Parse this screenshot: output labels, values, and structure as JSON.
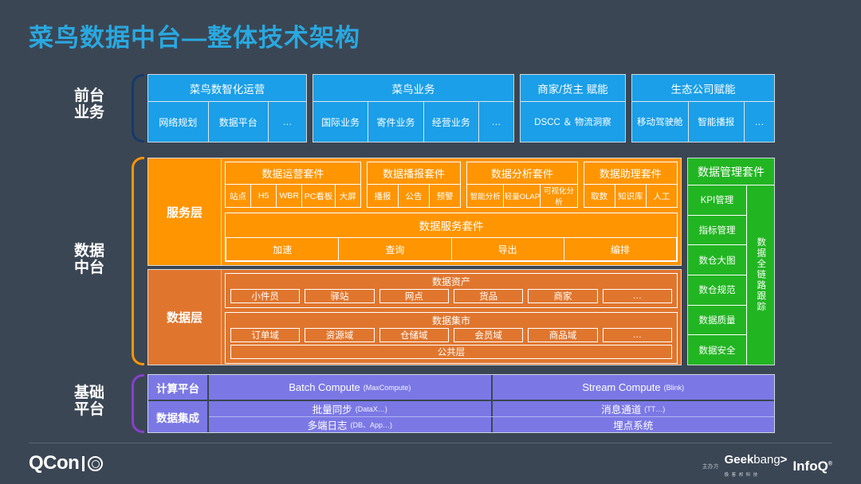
{
  "title": "菜鸟数据中台—整体技术架构",
  "colors": {
    "background": "#3b4654",
    "title": "#29a8e0",
    "front_blue": "#1a9fe8",
    "service_orange": "#ff9500",
    "data_orange": "#e0762e",
    "manage_green": "#22b522",
    "platform_purple": "#7b78e5",
    "bracket_front": "#153a6b",
    "bracket_middle": "#ff9500",
    "bracket_bottom": "#8a3fd0"
  },
  "side_labels": {
    "front": {
      "line1": "前台",
      "line2": "业务"
    },
    "middle": {
      "line1": "数据",
      "line2": "中台"
    },
    "bottom": {
      "line1": "基础",
      "line2": "平台"
    }
  },
  "front_office": {
    "groups": [
      {
        "header": "菜鸟数智化运营",
        "items": [
          "网络规划",
          "数据平台",
          "…"
        ]
      },
      {
        "header": "菜鸟业务",
        "items": [
          "国际业务",
          "寄件业务",
          "经营业务",
          "…"
        ]
      },
      {
        "header": "商家/货主 赋能",
        "items": [
          "DSCC ＆ 物流洞察"
        ]
      },
      {
        "header": "生态公司赋能",
        "items": [
          "移动驾驶舱",
          "智能播报",
          "…"
        ]
      }
    ]
  },
  "service_layer": {
    "label": "服务层",
    "suites": [
      {
        "header": "数据运营套件",
        "items": [
          "站点",
          "H5",
          "WBR",
          "PC看板",
          "大屏"
        ]
      },
      {
        "header": "数据播报套件",
        "items": [
          "播报",
          "公告",
          "预警"
        ]
      },
      {
        "header": "数据分析套件",
        "items": [
          "智能分析",
          "轻量OLAP",
          "可视化分析"
        ]
      },
      {
        "header": "数据助理套件",
        "items": [
          "取数",
          "知识库",
          "人工"
        ]
      }
    ],
    "data_service": {
      "header": "数据服务套件",
      "items": [
        "加速",
        "查询",
        "导出",
        "编排"
      ]
    }
  },
  "data_layer": {
    "label": "数据层",
    "assets": {
      "header": "数据资产",
      "items": [
        "小件员",
        "驿站",
        "网点",
        "货品",
        "商家",
        "…"
      ]
    },
    "mart": {
      "header": "数据集市",
      "items": [
        "订单域",
        "资源域",
        "仓储域",
        "会员域",
        "商品域",
        "…"
      ],
      "common": "公共层"
    }
  },
  "management": {
    "header": "数据管理套件",
    "items": [
      "KPI管理",
      "指标管理",
      "数仓大图",
      "数仓规范",
      "数据质量",
      "数据安全"
    ],
    "track": "数据全链路跟踪"
  },
  "platform": {
    "compute": {
      "label": "计算平台",
      "cells": [
        {
          "main": "Batch Compute",
          "note": "(MaxCompute)"
        },
        {
          "main": "Stream Compute",
          "note": "(Blink)"
        }
      ]
    },
    "integration": {
      "label": "数据集成",
      "rows": [
        [
          {
            "main": "批量同步",
            "note": "(DataX…)"
          },
          {
            "main": "消息通道",
            "note": "(TT…)"
          }
        ],
        [
          {
            "main": "多端日志",
            "note": "(DB、App…)"
          },
          {
            "main": "埋点系统",
            "note": ""
          }
        ]
      ]
    }
  },
  "footer": {
    "brand": "QCon",
    "sponsor_tag": "主办方",
    "geekbang_main": "Geek",
    "geekbang_main2": "bang",
    "geekbang_sub": "极 客 邦 科 技",
    "infoq": "InfoQ"
  }
}
